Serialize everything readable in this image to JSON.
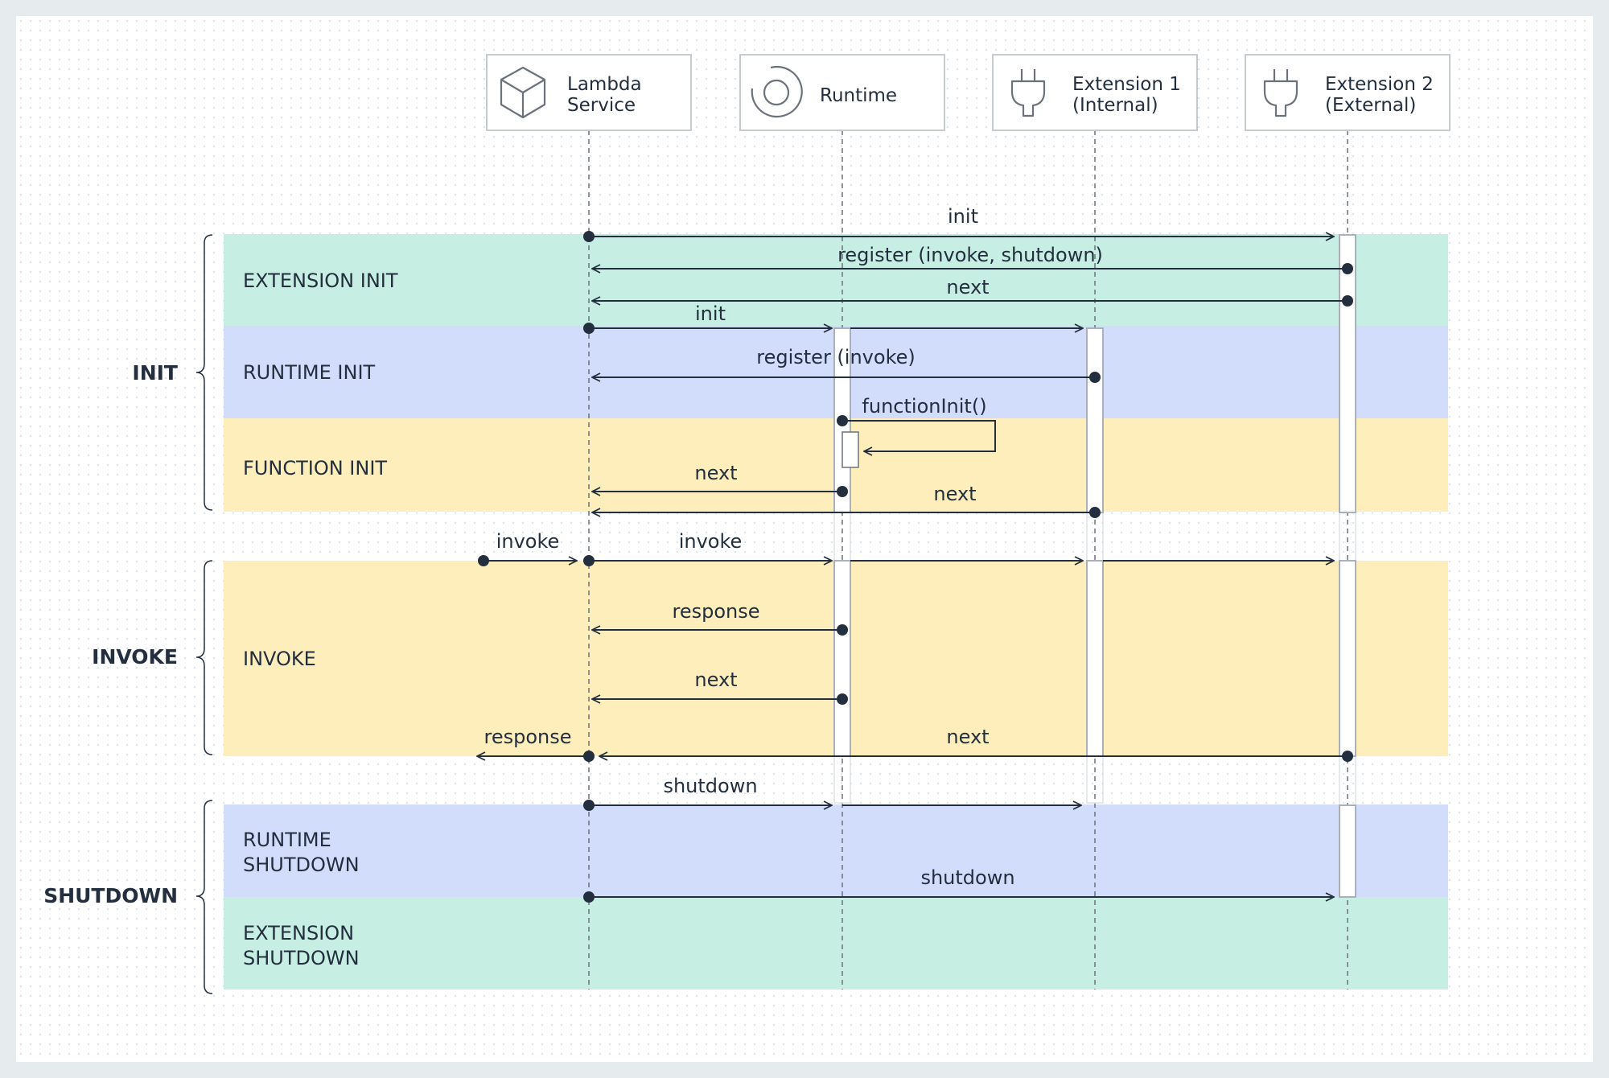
{
  "participants": [
    {
      "id": "lambda",
      "label_lines": [
        "Lambda",
        "Service"
      ],
      "icon": "cube-icon"
    },
    {
      "id": "runtime",
      "label_lines": [
        "Runtime"
      ],
      "icon": "runtime-circle-icon"
    },
    {
      "id": "ext1",
      "label_lines": [
        "Extension 1",
        "(Internal)"
      ],
      "icon": "plug-icon"
    },
    {
      "id": "ext2",
      "label_lines": [
        "Extension 2",
        "(External)"
      ],
      "icon": "plug-icon"
    }
  ],
  "phases": [
    {
      "id": "init",
      "label": "INIT"
    },
    {
      "id": "invoke",
      "label": "INVOKE"
    },
    {
      "id": "shutdown",
      "label": "SHUTDOWN"
    }
  ],
  "bands": [
    {
      "id": "extension-init",
      "label_lines": [
        "EXTENSION INIT"
      ],
      "color": "#c6eee3"
    },
    {
      "id": "runtime-init",
      "label_lines": [
        "RUNTIME INIT"
      ],
      "color": "#d2dcfb"
    },
    {
      "id": "function-init",
      "label_lines": [
        "FUNCTION INIT"
      ],
      "color": "#fdeebc"
    },
    {
      "id": "invoke",
      "label_lines": [
        "INVOKE"
      ],
      "color": "#fdeebc"
    },
    {
      "id": "runtime-shutdown",
      "label_lines": [
        "RUNTIME",
        "SHUTDOWN"
      ],
      "color": "#d2dcfb"
    },
    {
      "id": "extension-shutdown",
      "label_lines": [
        "EXTENSION",
        "SHUTDOWN"
      ],
      "color": "#c6eee3"
    }
  ],
  "messages": [
    {
      "label": "init",
      "from": "lambda",
      "to": "ext2"
    },
    {
      "label": "register (invoke, shutdown)",
      "from": "ext2",
      "to": "lambda"
    },
    {
      "label": "next",
      "from": "ext2",
      "to": "lambda"
    },
    {
      "label": "init",
      "from": "lambda",
      "to": "runtime"
    },
    {
      "label": "register (invoke)",
      "from": "ext1",
      "to": "lambda"
    },
    {
      "label": "functionInit()",
      "from": "runtime",
      "to": "runtime"
    },
    {
      "label": "next",
      "from": "runtime",
      "to": "lambda"
    },
    {
      "label": "next",
      "from": "ext1",
      "to": "lambda"
    },
    {
      "label": "invoke",
      "from": "client",
      "to": "lambda"
    },
    {
      "label": "invoke",
      "from": "lambda",
      "to": "runtime"
    },
    {
      "label": "response",
      "from": "runtime",
      "to": "lambda"
    },
    {
      "label": "next",
      "from": "runtime",
      "to": "lambda"
    },
    {
      "label": "response",
      "from": "lambda",
      "to": "client"
    },
    {
      "label": "next",
      "from": "ext2",
      "to": "lambda"
    },
    {
      "label": "shutdown",
      "from": "lambda",
      "to": "runtime"
    },
    {
      "label": "shutdown",
      "from": "lambda",
      "to": "ext2"
    }
  ],
  "colors": {
    "background": "#e6ebee",
    "canvas": "#ffffff",
    "ink": "#232f3e",
    "lifeline": "#8a9099",
    "activation_border": "#aab1b9"
  }
}
